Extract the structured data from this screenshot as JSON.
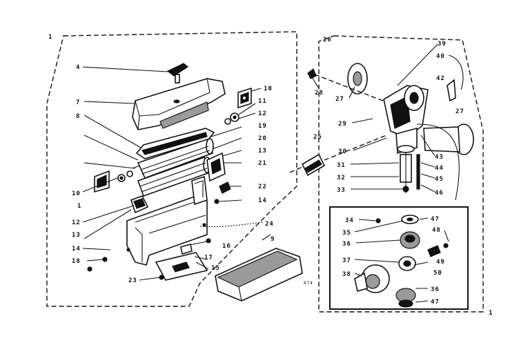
{
  "labels": {
    "l1": "1",
    "l4": "4",
    "l7": "7",
    "l8": "8",
    "l10a": "10",
    "l11": "11",
    "l12a": "12",
    "l19": "19",
    "l20": "20",
    "l13a": "13",
    "l21": "21",
    "l22": "22",
    "l14a": "14",
    "l10b": "10",
    "l1b": "1",
    "l12b": "12",
    "l13b": "13",
    "l24": "24",
    "l9": "9",
    "l14b": "14",
    "l16": "16",
    "l18": "18",
    "l17": "17",
    "l15": "15",
    "l23": "23",
    "l26": "26",
    "l39": "39",
    "l40": "40",
    "l42": "42",
    "l28": "28",
    "l27a": "27",
    "l27b": "27",
    "l29": "29",
    "l25": "25",
    "l30": "30",
    "l43": "43",
    "l44": "44",
    "l31": "31",
    "l32": "32",
    "l45": "45",
    "l33": "33",
    "l46": "46",
    "l34": "34",
    "l47a": "47",
    "l35": "35",
    "l48": "48",
    "l36": "36",
    "l37": "37",
    "l49": "49",
    "l50": "50",
    "l38": "38",
    "l36b": "36",
    "l47b": "47",
    "lfoot": "1",
    "lsmall": "874"
  }
}
